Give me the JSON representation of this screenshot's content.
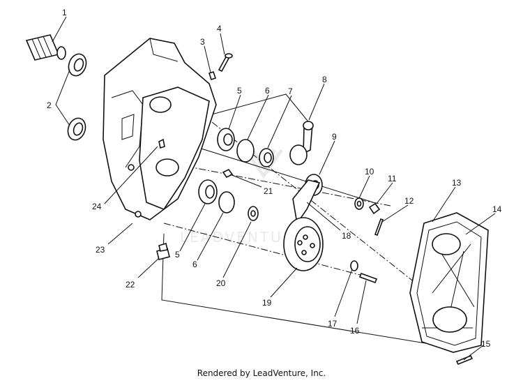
{
  "diagram": {
    "callouts": [
      "1",
      "2",
      "3",
      "4",
      "5",
      "6",
      "7",
      "8",
      "9",
      "10",
      "11",
      "12",
      "13",
      "14",
      "15",
      "16",
      "17",
      "18",
      "19",
      "20",
      "21",
      "22",
      "23",
      "24",
      "5",
      "6"
    ],
    "watermark": "LEADVENTURE",
    "footer": "Rendered by LeadVenture, Inc."
  }
}
